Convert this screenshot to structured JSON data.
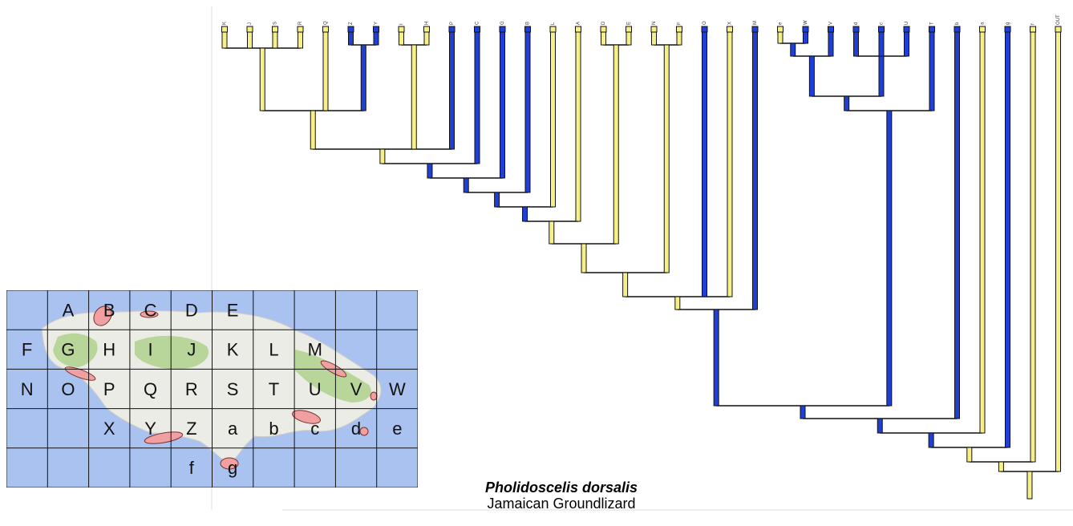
{
  "colors": {
    "stroke": "#111111",
    "yellow": "#f7f08a",
    "blue": "#1f3fd6",
    "sea": "#a9c2f0",
    "land": "#ecece6",
    "highland": "#b8d69a",
    "range": "#f0a0a0",
    "grid": "#111111"
  },
  "tree": {
    "tips": [
      "K",
      "J",
      "S",
      "R",
      "Q",
      "Z",
      "Y",
      "I",
      "H",
      "P",
      "C",
      "G",
      "B",
      "L",
      "A",
      "D",
      "E",
      "N",
      "F",
      "O",
      "X",
      "M",
      "e",
      "W",
      "V",
      "d",
      "c",
      "U",
      "T",
      "b",
      "a",
      "g",
      "f",
      "OUT"
    ],
    "tip_state": [
      "y",
      "y",
      "y",
      "y",
      "y",
      "b",
      "b",
      "y",
      "y",
      "b",
      "b",
      "b",
      "b",
      "y",
      "y",
      "y",
      "y",
      "y",
      "y",
      "b",
      "y",
      "b",
      "y",
      "b",
      "b",
      "b",
      "b",
      "b",
      "b",
      "b",
      "y",
      "b",
      "y",
      "y"
    ]
  },
  "map": {
    "grid_labels": [
      [
        "",
        "A",
        "B",
        "C",
        "D",
        "E",
        "",
        "",
        "",
        ""
      ],
      [
        "F",
        "G",
        "H",
        "I",
        "J",
        "K",
        "L",
        "M",
        "",
        ""
      ],
      [
        "N",
        "O",
        "P",
        "Q",
        "R",
        "S",
        "T",
        "U",
        "V",
        "W"
      ],
      [
        "",
        "",
        "X",
        "Y",
        "Z",
        "a",
        "b",
        "c",
        "d",
        "e"
      ],
      [
        "",
        "",
        "",
        "",
        "f",
        "g",
        "",
        "",
        "",
        ""
      ]
    ]
  },
  "caption": {
    "species": "Pholidoscelis dorsalis",
    "common_name": "Jamaican Groundlizard"
  }
}
